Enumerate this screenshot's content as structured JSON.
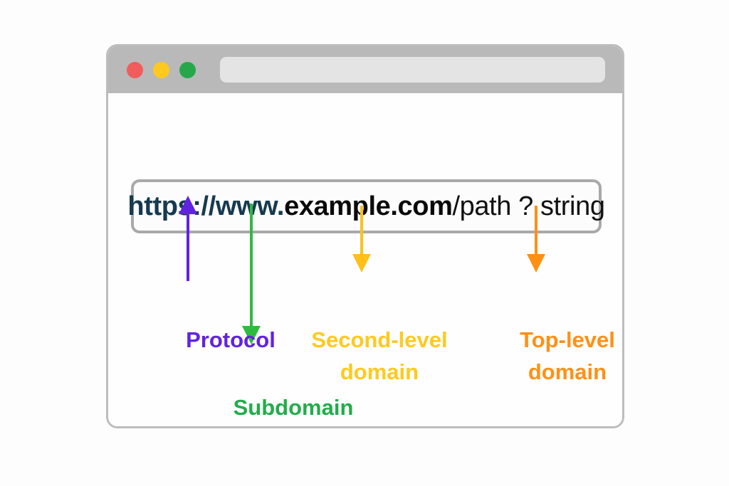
{
  "window": {
    "chrome": {
      "traffic_lights": [
        {
          "name": "close",
          "color": "#f25c5c"
        },
        {
          "name": "minimize",
          "color": "#ffc91f"
        },
        {
          "name": "maximize",
          "color": "#26a84a"
        }
      ],
      "address_field_value": "",
      "address_field_placeholder": ""
    }
  },
  "url_bar": {
    "full_url": "https://www.example.com/path ? string",
    "segments": {
      "protocol": "https://",
      "subdomain": "www.",
      "domain": "example.com",
      "path_and_query": "/path ? string"
    }
  },
  "annotations": [
    {
      "id": "protocol",
      "label": "Protocol",
      "color": "#6123e0",
      "arrow_direction": "up",
      "points_to": "https://"
    },
    {
      "id": "subdomain",
      "label": "Subdomain",
      "color": "#22ad4b",
      "arrow_direction": "down",
      "points_to": "www."
    },
    {
      "id": "second-level-domain",
      "label": "Second-level\ndomain",
      "color": "#ffc91f",
      "arrow_direction": "down",
      "points_to": "example"
    },
    {
      "id": "top-level-domain",
      "label": "Top-level\ndomain",
      "color": "#ff9016",
      "arrow_direction": "down",
      "points_to": ".com"
    }
  ],
  "colors": {
    "page_background": "#fdfdfd",
    "window_border": "#bdbdbd",
    "chrome_bar": "#b9b9b9",
    "chrome_address_field": "#e4e4e4",
    "url_box_border": "#a9a9a9",
    "url_protocol_text": "#163a50",
    "url_domain_text": "#0a0a0a"
  }
}
